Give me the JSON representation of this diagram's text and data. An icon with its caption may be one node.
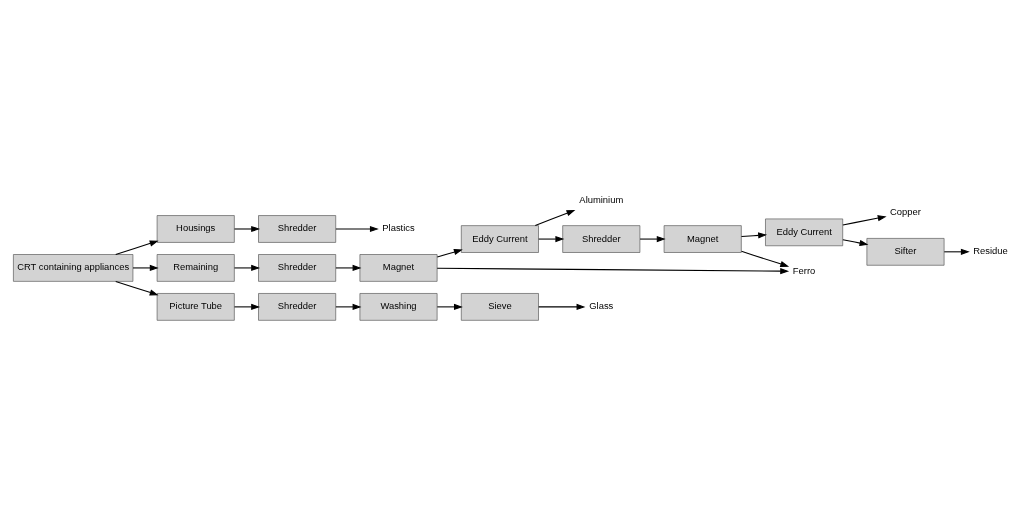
{
  "diagram": {
    "nodes": [
      {
        "text": [
          "CRT containing appliances"
        ]
      },
      {
        "text": [
          "Housings"
        ]
      },
      {
        "text": [
          "Remaining"
        ]
      },
      {
        "text": [
          "Picture Tube"
        ]
      },
      {
        "text": [
          "Shredder"
        ]
      },
      {
        "text": [
          "Plastics"
        ]
      },
      {
        "text": [
          "Shredder"
        ]
      },
      {
        "text": [
          "Magnet"
        ]
      },
      {
        "text": [
          "Eddy Current"
        ]
      },
      {
        "text": [
          "Aluminium"
        ]
      },
      {
        "text": [
          "Shredder"
        ]
      },
      {
        "text": [
          "Magnet"
        ]
      },
      {
        "text": [
          "Ferro"
        ]
      },
      {
        "text": [
          "Eddy Current"
        ]
      },
      {
        "text": [
          "Copper"
        ]
      },
      {
        "text": [
          "Sifter"
        ]
      },
      {
        "text": [
          "Residue"
        ]
      },
      {
        "text": [
          "Shredder"
        ]
      },
      {
        "text": [
          "Washing"
        ]
      },
      {
        "text": [
          "Sieve"
        ]
      },
      {
        "text": [
          "Glass"
        ]
      }
    ],
    "edges": [
      {
        "from": 0,
        "to": 1,
        "arrow": "to"
      },
      {
        "from": 0,
        "to": 2,
        "arrow": "to"
      },
      {
        "from": 0,
        "to": 3,
        "arrow": "to"
      },
      {
        "from": 1,
        "to": 4,
        "arrow": "to"
      },
      {
        "from": 4,
        "to": 5,
        "arrow": "to"
      },
      {
        "from": 2,
        "to": 6,
        "arrow": "to"
      },
      {
        "from": 6,
        "to": 7,
        "arrow": "to"
      },
      {
        "from": 7,
        "to": 8,
        "arrow": "to"
      },
      {
        "from": 8,
        "to": 9,
        "arrow": "to"
      },
      {
        "from": 7,
        "to": 12,
        "arrow": "to"
      },
      {
        "from": 8,
        "to": 10,
        "arrow": "to"
      },
      {
        "from": 10,
        "to": 11,
        "arrow": "to"
      },
      {
        "from": 11,
        "to": 12,
        "arrow": "to"
      },
      {
        "from": 11,
        "to": 13,
        "arrow": "to"
      },
      {
        "from": 13,
        "to": 14,
        "arrow": "to"
      },
      {
        "from": 13,
        "to": 15,
        "arrow": "to"
      },
      {
        "from": 15,
        "to": 16,
        "arrow": "to"
      },
      {
        "from": 3,
        "to": 17,
        "arrow": "to"
      },
      {
        "from": 17,
        "to": 18,
        "arrow": "to"
      },
      {
        "from": 18,
        "to": 19,
        "arrow": "to"
      },
      {
        "from": 19,
        "to": 20,
        "arrow": "to"
      }
    ]
  }
}
